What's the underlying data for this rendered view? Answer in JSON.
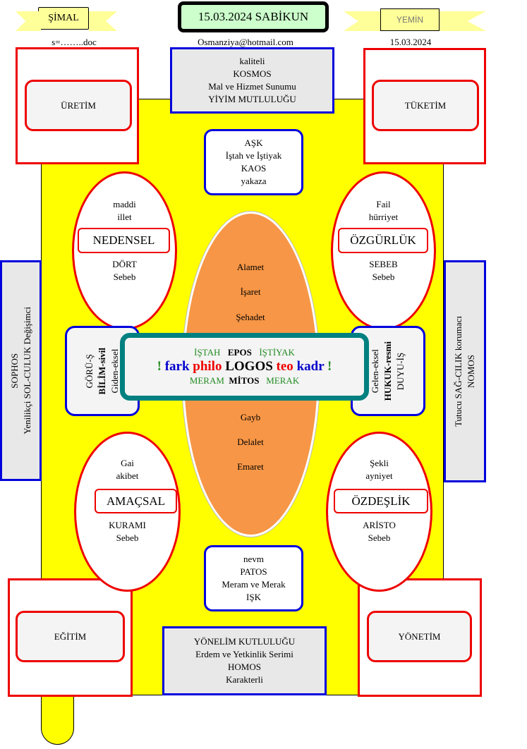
{
  "header": {
    "left_banner": "ŞİMAL",
    "title": "15.03.2024 SABİKUN",
    "right_banner": "YEMİN",
    "file": "s=……..doc",
    "email": "Osmanziya@hotmail.com",
    "date": "15.03.2024"
  },
  "corners": {
    "top_left": "ÜRETİM",
    "top_right": "TÜKETİM",
    "bottom_left": "EĞİTİM",
    "bottom_right": "YÖNETİM"
  },
  "top_box": [
    "kaliteli",
    "KOSMOS",
    "Mal ve Hizmet Sunumu",
    "YİYİM MUTLULUĞU"
  ],
  "bottom_box": [
    "YÖNELİM KUTLULUĞU",
    "Erdem ve Yetkinlik Serimi",
    "HOMOS",
    "Karakterli"
  ],
  "ask_box": [
    "AŞK",
    "İştah ve İştiyak",
    "KAOS",
    "yakaza"
  ],
  "nevm_box": [
    "nevm",
    "PATOS",
    "Meram ve Merak",
    "IŞK"
  ],
  "ellipses": {
    "top_left": {
      "top": [
        "maddi",
        "illet"
      ],
      "label": "NEDENSEL",
      "bottom": [
        "DÖRT",
        "Sebeb"
      ]
    },
    "top_right": {
      "top": [
        "Fail",
        "hürriyet"
      ],
      "label": "ÖZGÜRLÜK",
      "bottom": [
        "SEBEB",
        "Sebeb"
      ]
    },
    "bottom_left": {
      "top": [
        "Gai",
        "akibet"
      ],
      "label": "AMAÇSAL",
      "bottom": [
        "KURAMI",
        "Sebeb"
      ]
    },
    "bottom_right": {
      "top": [
        "Şekli",
        "ayniyet"
      ],
      "label": "ÖZDEŞLİK",
      "bottom": [
        "ARİSTO",
        "Sebeb"
      ]
    }
  },
  "orange": [
    "Alamet",
    "İşaret",
    "Şehadet",
    "Gayb",
    "Delalet",
    "Emaret"
  ],
  "side_left": [
    "SOPHOS",
    "Yenilikçi SOL-CULUK Değişimci"
  ],
  "side_right": [
    "Tutucu SAĞ-CILIK korumacı",
    "NOMOS"
  ],
  "mid_left": [
    "GÖRÜ-Ş",
    "BİLİM-sivil",
    "Giden-eksel"
  ],
  "mid_right": [
    "Gelen-eksel",
    "HUKUK-resmi",
    "DUYU-İŞ"
  ],
  "center": {
    "row1": [
      "İŞTAH",
      "EPOS",
      "İŞTİYAK"
    ],
    "row2": [
      "!",
      "fark",
      "philo",
      "LOGOS",
      "teo",
      "kadr",
      "!"
    ],
    "row3": [
      "MERAM",
      "MİTOS",
      "MERAK"
    ]
  },
  "colors": {
    "yellow": "#ffff00",
    "orange": "#f79646",
    "teal": "#008080",
    "red": "#ee0000",
    "blue": "#0000dd"
  }
}
